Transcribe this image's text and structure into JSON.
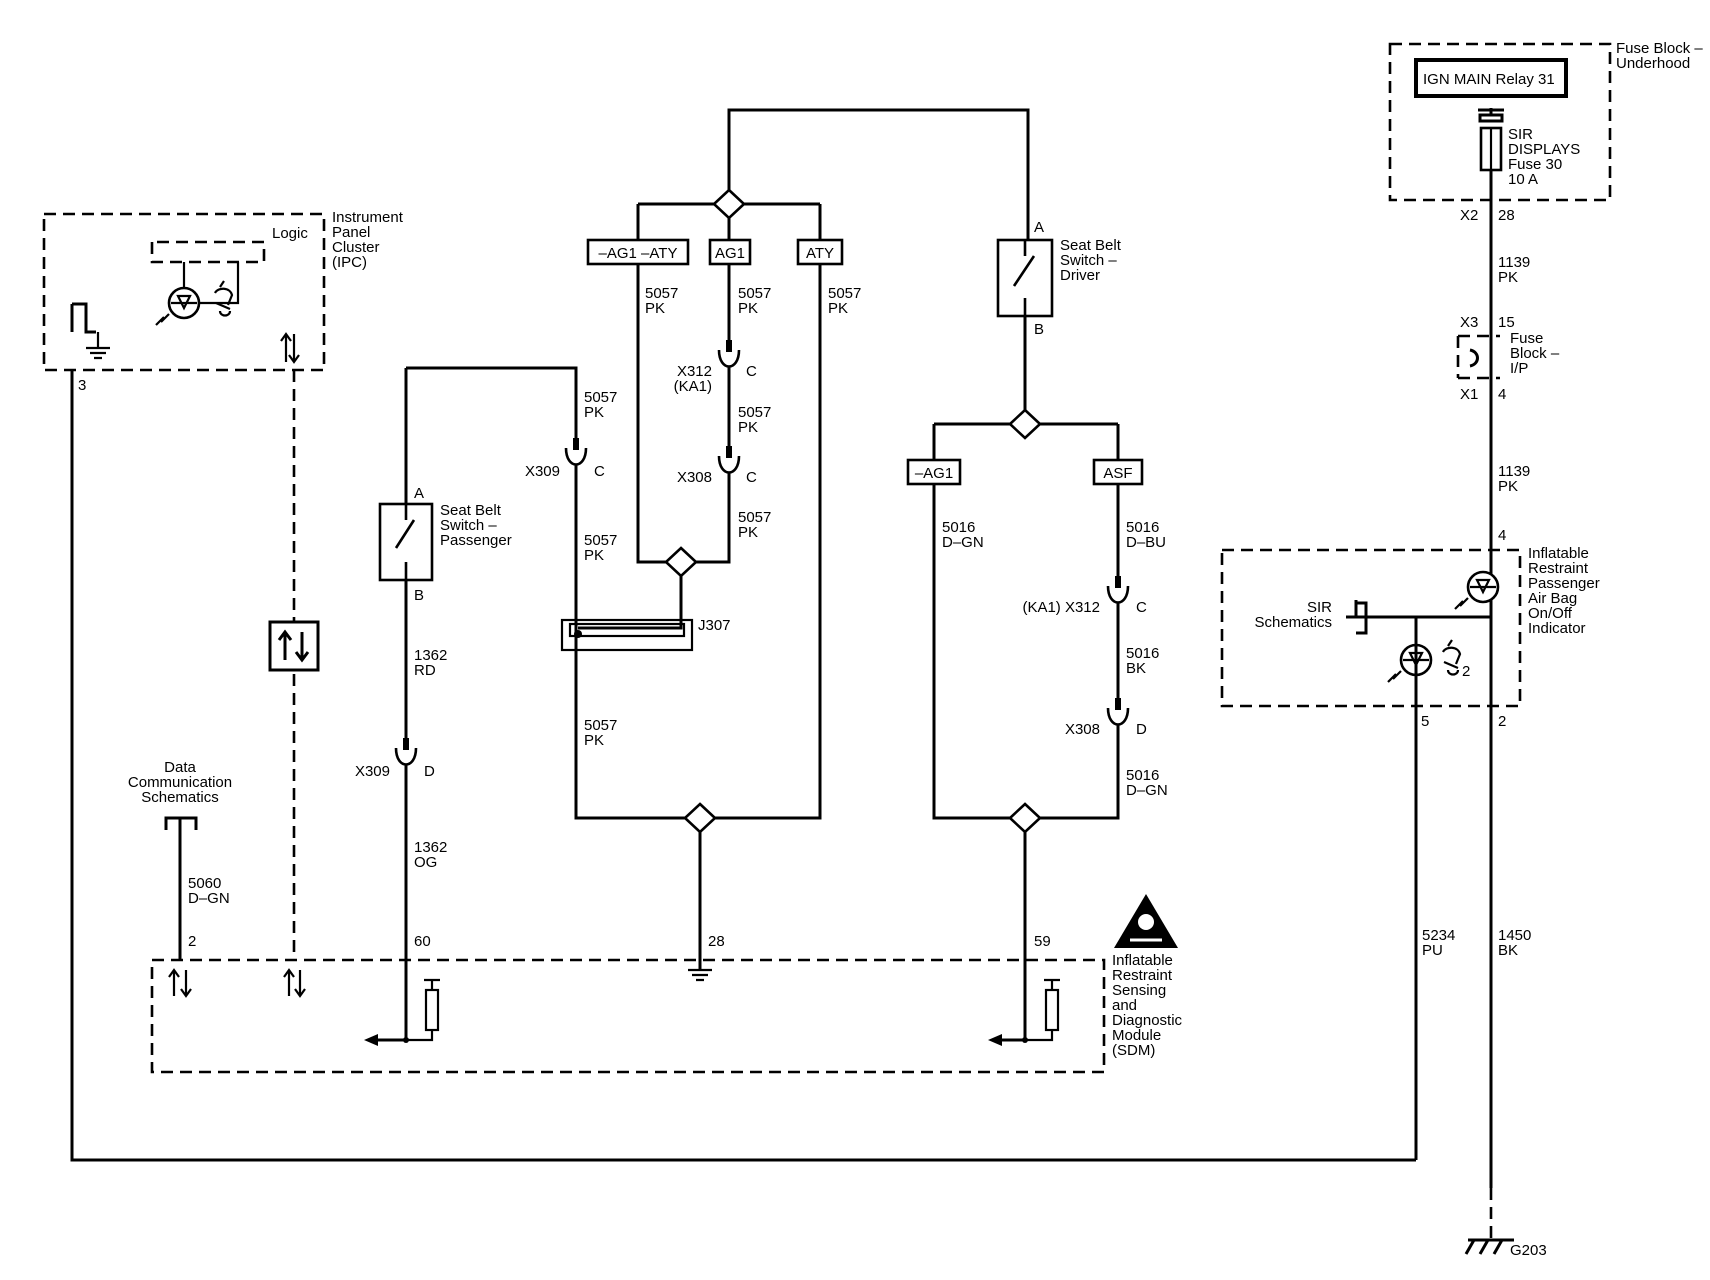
{
  "fuse_block_underhood": {
    "title": "Fuse Block –\nUnderhood",
    "relay": "IGN MAIN Relay 31",
    "fuse": "SIR\nDISPLAYS\nFuse 30\n10 A",
    "conn_x2": "X2",
    "pin_28": "28"
  },
  "wire_1139_top": "1139\nPK",
  "fuse_block_ip": {
    "title": "Fuse\nBlock –\nI/P",
    "x3": "X3",
    "pin15": "15",
    "x1": "X1",
    "pin4": "4"
  },
  "wire_1139_mid": "1139\nPK",
  "indicator": {
    "title": "Inflatable\nRestraint\nPassenger\nAir Bag\nOn/Off\nIndicator",
    "sir_schematics": "SIR\nSchematics",
    "pin4": "4",
    "pin5": "5",
    "pin2": "2",
    "icon_sub": "2"
  },
  "wire_5234": "5234\nPU",
  "wire_1450": "1450\nBK",
  "ground_g203": "G203",
  "ipc": {
    "title": "Instrument\nPanel\nCluster\n(IPC)",
    "logic": "Logic",
    "pin3": "3"
  },
  "options": {
    "ag1_aty": "–AG1 –ATY",
    "ag1": "AG1",
    "aty": "ATY",
    "neg_ag1": "–AG1",
    "asf": "ASF"
  },
  "wires_5057": {
    "left_top": "5057\nPK",
    "mid_top": "5057\nPK",
    "right_top": "5057\nPK",
    "x309_top": "5057\nPK",
    "mid_x312": "5057\nPK",
    "mid_x308": "5057\nPK",
    "left_mid": "5057\nPK",
    "left_bottom": "5057\nPK"
  },
  "connectors": {
    "x312_ka1": "X312\n(KA1)",
    "x312_c": "C",
    "x308": "X308",
    "x308_c": "C",
    "x309": "X309",
    "x309_c": "C",
    "x309_d_name": "X309",
    "x309_d": "D",
    "ka1_x312": "(KA1) X312",
    "ka1_x312_c": "C",
    "x308_d_name": "X308",
    "x308_d": "D"
  },
  "splice_j307": "J307",
  "seat_belt_driver": {
    "title": "Seat Belt\nSwitch –\nDriver",
    "a": "A",
    "b": "B"
  },
  "seat_belt_passenger": {
    "title": "Seat Belt\nSwitch –\nPassenger",
    "a": "A",
    "b": "B"
  },
  "wire_1362_rd": "1362\nRD",
  "wire_1362_og": "1362\nOG",
  "wires_5016": {
    "dgn_left": "5016\nD–GN",
    "dbu": "5016\nD–BU",
    "bk": "5016\nBK",
    "dgn_right": "5016\nD–GN"
  },
  "data_comm": "Data\nCommunication\nSchematics",
  "wire_5060": "5060\nD–GN",
  "sdm": {
    "title": "Inflatable\nRestraint\nSensing\nand\nDiagnostic\nModule\n(SDM)",
    "pin2": "2",
    "pin60": "60",
    "pin28": "28",
    "pin59": "59"
  }
}
